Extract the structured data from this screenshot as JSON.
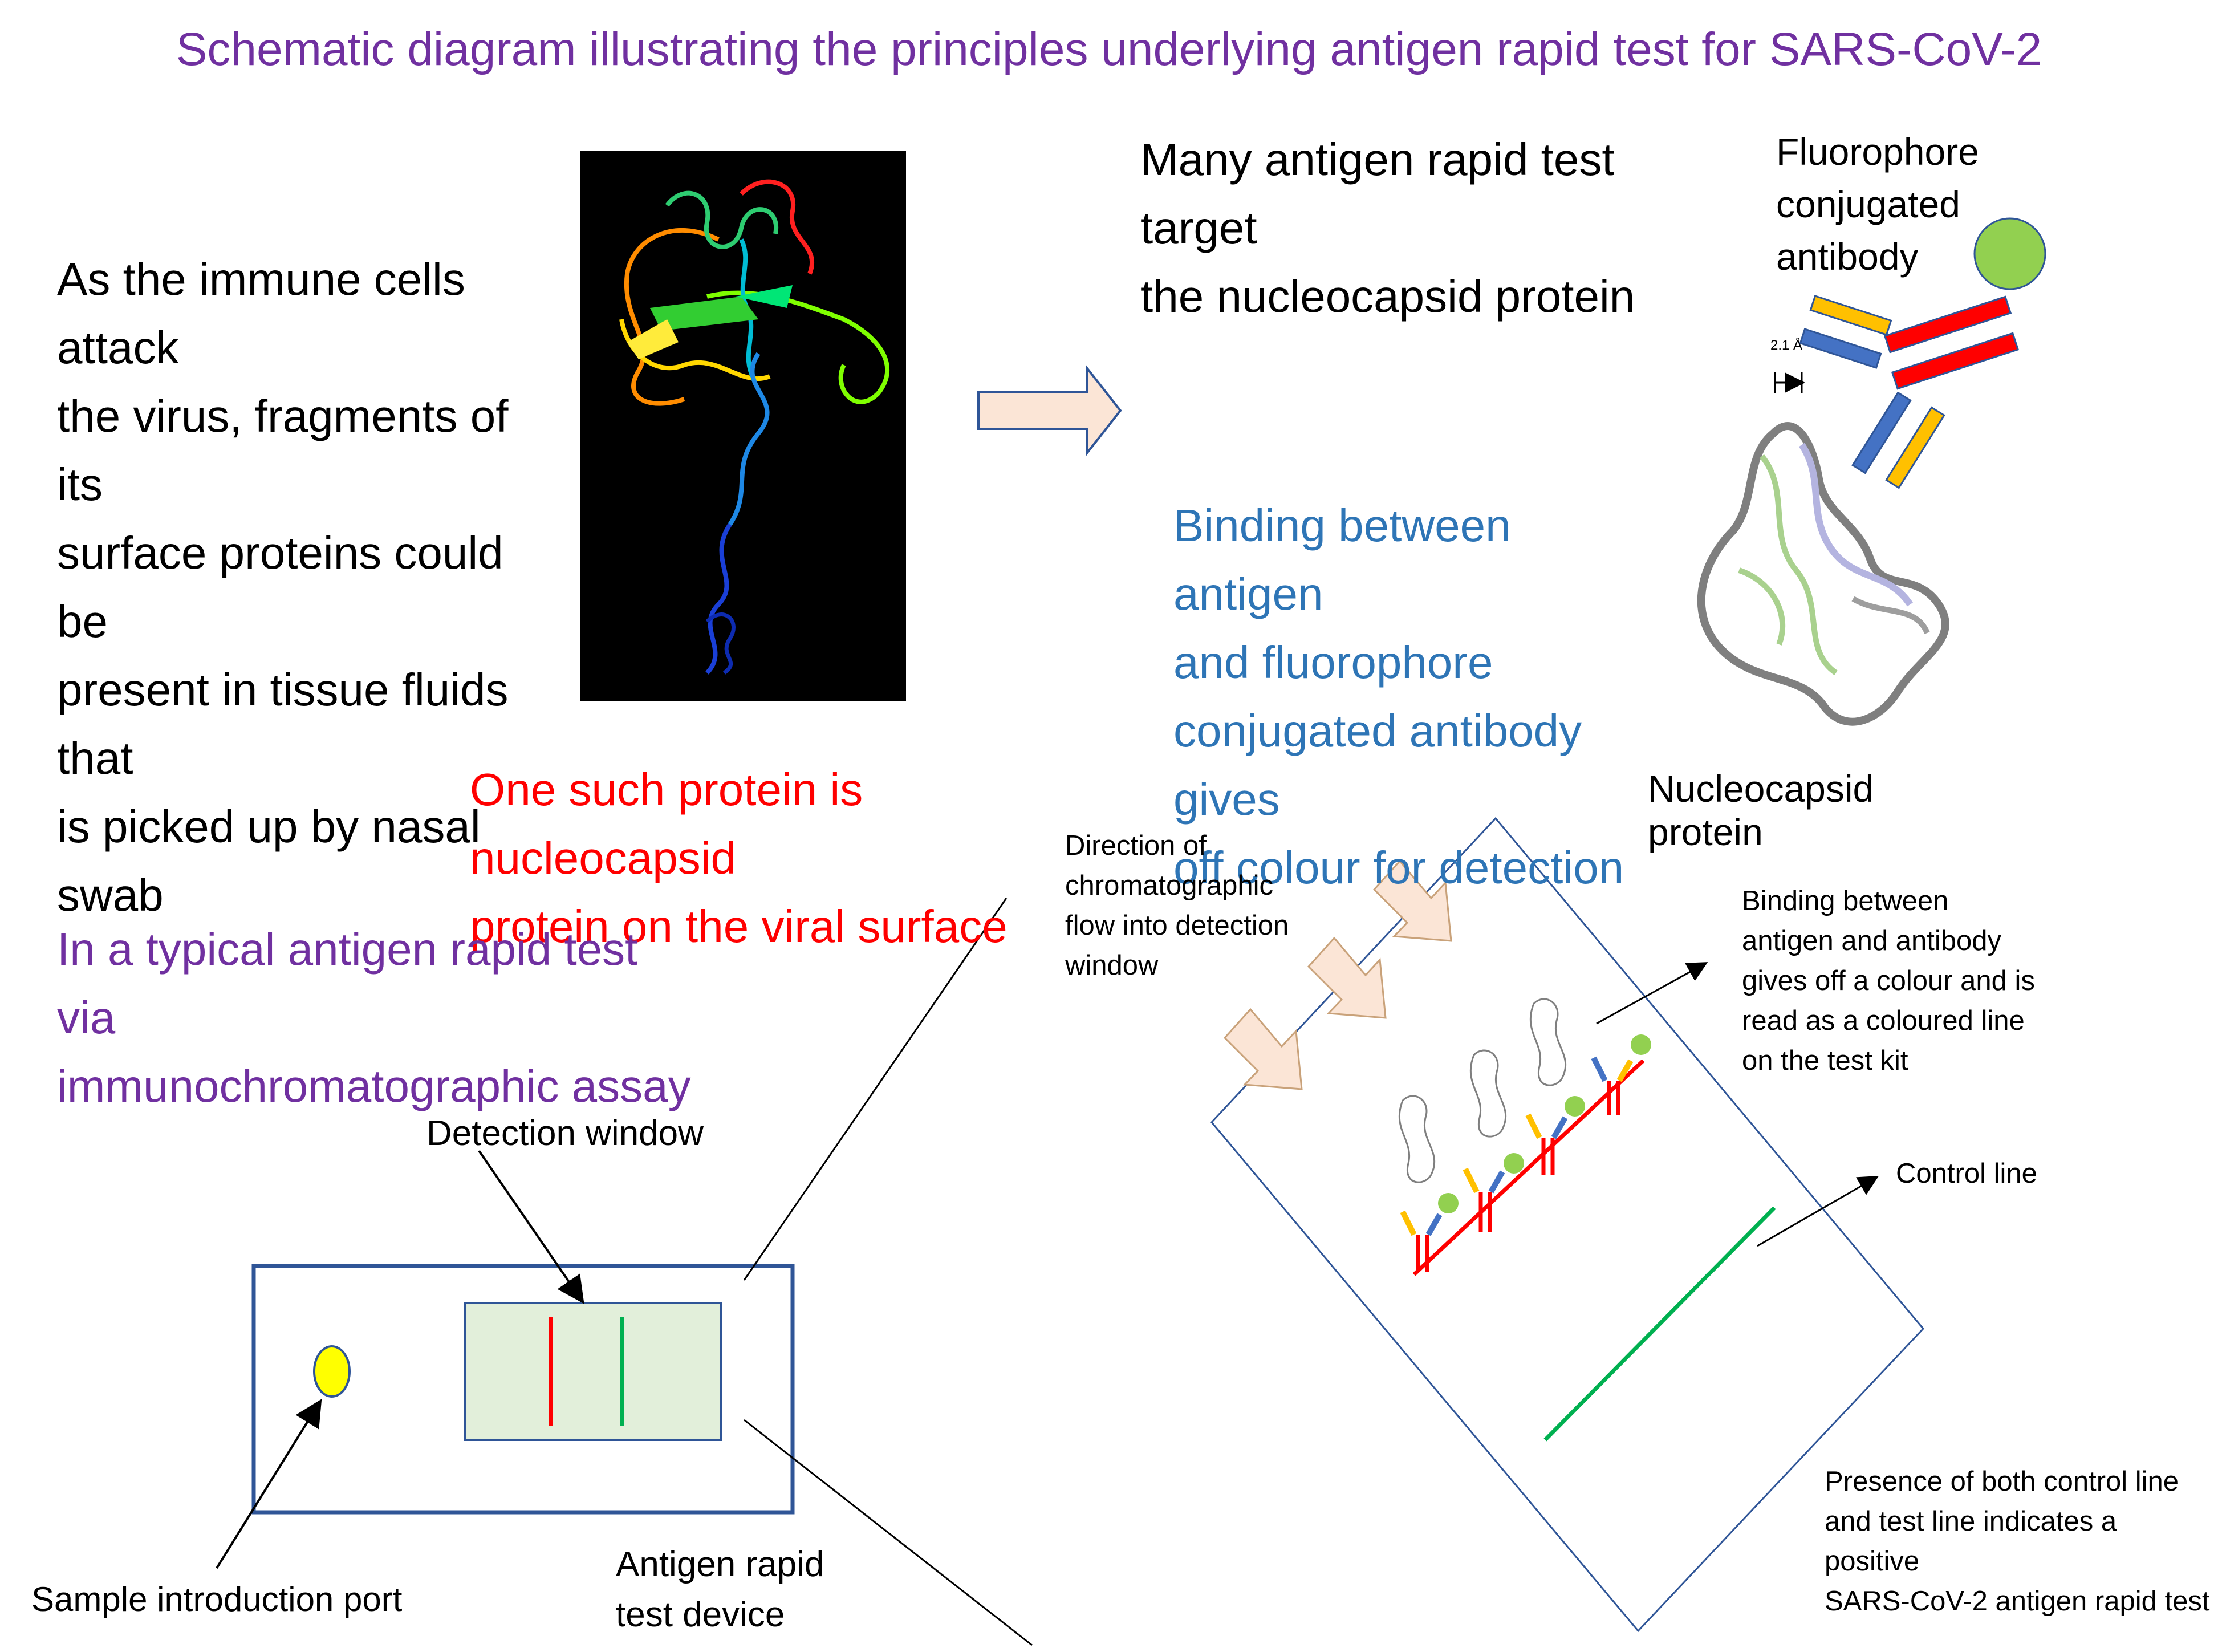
{
  "title": "Schematic diagram illustrating the principles underlying antigen rapid test for SARS-CoV-2",
  "intro_text": "As the immune cells attack\nthe virus, fragments of its\nsurface proteins could be\npresent in tissue fluids that\nis picked up by nasal swab",
  "target_text": "Many antigen rapid test target\nthe nucleocapsid protein",
  "fluorophore_label": "Fluorophore\nconjugated\nantibody",
  "distance_label": "2.1 Å",
  "binding_text_blue": "Binding between antigen\nand fluorophore\nconjugated antibody gives\noff colour for detection",
  "nucleocapsid_label": "Nucleocapsid protein",
  "nucleocapsid_text_red": "One such protein is nucleocapsid\nprotein on the viral surface",
  "assay_text_purple": "In a typical antigen rapid test via\nimmunochromatographic assay",
  "direction_label": "Direction of\nchromatographic\nflow into detection\nwindow",
  "binding_label_small": "Binding between\nantigen and antibody\ngives off a colour and is\nread as a coloured line\non the test kit",
  "control_line_label": "Control line",
  "presence_text": "Presence of both control line\nand test line indicates a positive\nSARS-CoV-2 antigen rapid test",
  "detection_window_label": "Detection window",
  "sample_port_label": "Sample introduction port",
  "device_label": "Antigen rapid\ntest device",
  "colors": {
    "title_purple": "#7030a0",
    "binding_blue": "#2e75b6",
    "red_text": "#ff0000",
    "test_line_red": "#ff0000",
    "control_line_green": "#00b050",
    "sample_port_yellow": "#ffff00",
    "device_border": "#2f5597",
    "window_fill": "#e2efda",
    "flow_arrow_fill": "#fbe5d6",
    "fluorophore_green": "#92d050",
    "antibody_red": "#ff0000",
    "antibody_blue": "#4472c4",
    "antibody_yellow": "#ffc000"
  }
}
